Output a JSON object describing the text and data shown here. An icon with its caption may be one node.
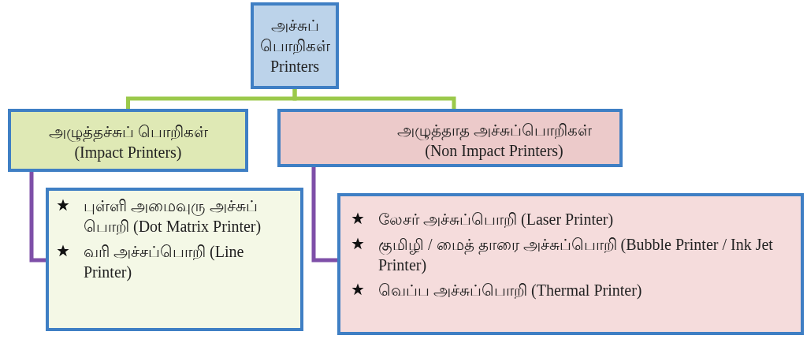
{
  "diagram": {
    "nodes": [
      {
        "text": [
          "அச்சுப் பொறிகள்",
          "Printers"
        ]
      },
      {
        "text": [
          "அழுத்தச்சுப் பொறிகள்",
          "(Impact Printers)"
        ]
      },
      {
        "text": [
          "அழுத்தாத அச்சுப்பொறிகள்",
          "(Non Impact Printers)"
        ]
      },
      {
        "text": [
          "புள்ளி அமைவுரு அச்சுப் பொறி (Dot Matrix Printer)",
          "வரி அச்சப்பொறி (Line Printer)"
        ]
      },
      {
        "text": [
          "லேசர் அச்சுப்பொறி (Laser Printer)",
          "குமிழி / மைத் தாரை அச்சுப்பொறி (Bubble Printer / Ink Jet Printer)",
          "வெப்ப அச்சுப்பொறி (Thermal Printer)"
        ]
      }
    ],
    "edges": [
      {
        "from": 0,
        "to": 1,
        "arrow": "none",
        "color": "#9bc94b"
      },
      {
        "from": 0,
        "to": 2,
        "arrow": "none",
        "color": "#9bc94b"
      },
      {
        "from": 1,
        "to": 3,
        "arrow": "none",
        "color": "#7e4fa8"
      },
      {
        "from": 2,
        "to": 4,
        "arrow": "none",
        "color": "#7e4fa8"
      }
    ]
  }
}
